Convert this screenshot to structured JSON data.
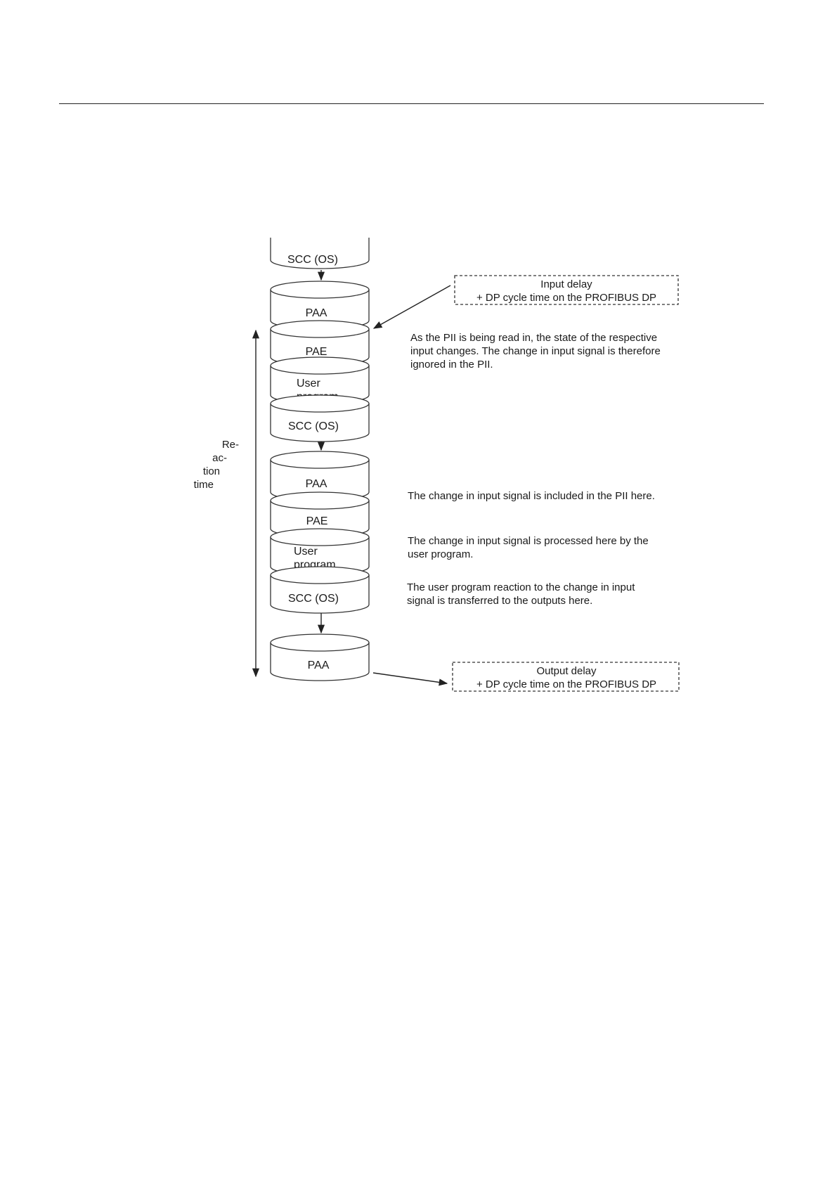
{
  "diagram": {
    "cycle_segments": [
      {
        "lines": [
          "SCC (OS)"
        ]
      },
      {
        "lines": [
          "PAA"
        ]
      },
      {
        "lines": [
          "PAE"
        ]
      },
      {
        "lines": [
          "User",
          "program"
        ]
      },
      {
        "lines": [
          "SCC (OS)"
        ]
      },
      {
        "lines": [
          "PAA"
        ]
      },
      {
        "lines": [
          "PAE"
        ]
      },
      {
        "lines": [
          "User",
          "program"
        ]
      },
      {
        "lines": [
          "SCC (OS)"
        ]
      },
      {
        "lines": [
          "PAA"
        ]
      }
    ],
    "reaction_time_label": [
      "Re-",
      "ac-",
      "tion",
      "time"
    ],
    "input_delay_box": [
      "Input delay",
      "+ DP cycle time on the PROFIBUS DP"
    ],
    "output_delay_box": [
      "Output delay",
      "+ DP cycle time on the PROFIBUS DP"
    ],
    "note_pii_read": [
      "As the PII is being read in, the state of the respective",
      "input changes. The change in input signal is therefore",
      "ignored in the PII."
    ],
    "note_included": [
      "The change in input signal is included in the PII here."
    ],
    "note_processed": [
      "The change in input signal is processed here by the",
      "user program."
    ],
    "note_transferred": [
      "The user program reaction to the change in input",
      "signal is transferred to the outputs here."
    ]
  }
}
